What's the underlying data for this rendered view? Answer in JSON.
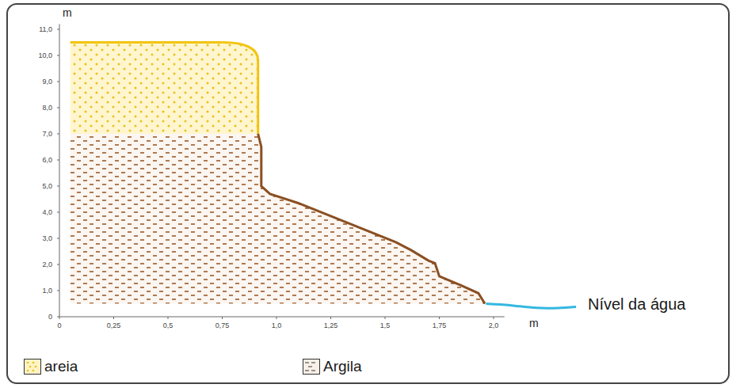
{
  "diagram": {
    "labels": [
      "m",
      "11,0",
      "10,0",
      "9,0",
      "8,0",
      "7,0",
      "6,0",
      "5,0",
      "4,0",
      "3,0",
      "2,0",
      "1,0",
      "0",
      "0",
      "0,25",
      "0,5",
      "0,75",
      "1,0",
      "1,25",
      "1,5",
      "1,75",
      "2,0",
      "m",
      "Nível da água"
    ],
    "legend": [
      {
        "text": "areia",
        "color": "#fff3c4"
      },
      {
        "text": "Argila",
        "color": "#f8efe6"
      }
    ]
  }
}
